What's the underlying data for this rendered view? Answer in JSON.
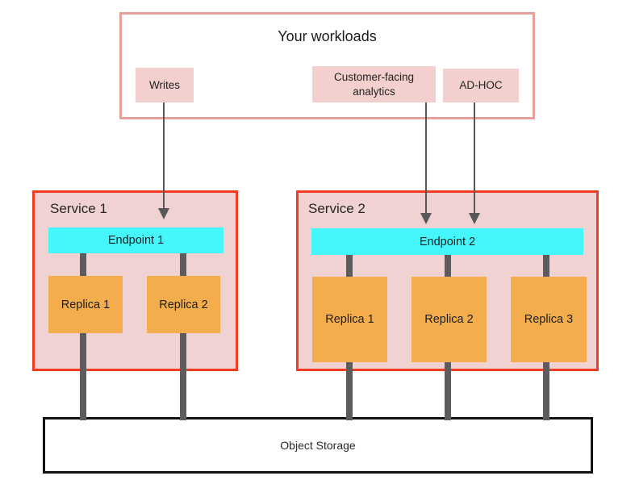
{
  "workloads": {
    "title": "Your workloads",
    "items": [
      {
        "label": "Writes"
      },
      {
        "label": "Customer-facing analytics"
      },
      {
        "label": "AD-HOC"
      }
    ]
  },
  "services": [
    {
      "title": "Service 1",
      "endpoint": "Endpoint 1",
      "replicas": [
        "Replica 1",
        "Replica 2"
      ]
    },
    {
      "title": "Service 2",
      "endpoint": "Endpoint 2",
      "replicas": [
        "Replica 1",
        "Replica 2",
        "Replica 3"
      ]
    }
  ],
  "storage": {
    "label": "Object Storage"
  },
  "connections": [
    {
      "from": "Writes",
      "to": "Endpoint 1"
    },
    {
      "from": "Customer-facing analytics",
      "to": "Endpoint 2"
    },
    {
      "from": "AD-HOC",
      "to": "Endpoint 2"
    }
  ],
  "colors": {
    "workloads-border": "#e79f9c",
    "workload-item-bg": "#f3cfcd",
    "service-border": "#f23a24",
    "service-bg": "#f1d2d2",
    "endpoint-bg": "#45f6fb",
    "replica-bg": "#f3ad4d",
    "connector-gray": "#5c5c5e",
    "arrow-gray": "#58585b",
    "storage-border": "#121212",
    "text": "#1e1e1e"
  }
}
